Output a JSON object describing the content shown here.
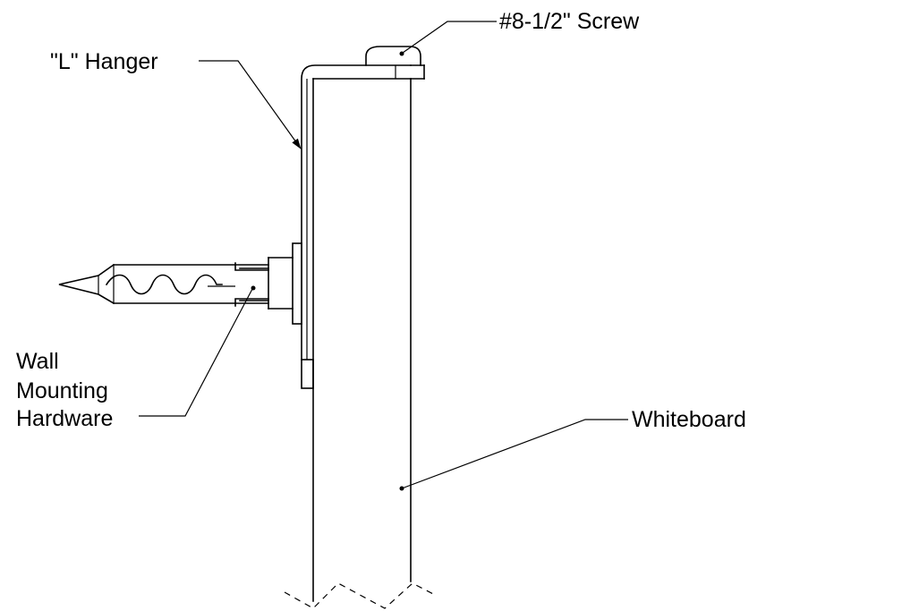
{
  "labels": {
    "l_hanger": "\"L\" Hanger",
    "screw": "#8-1/2\" Screw",
    "wall_hardware": [
      "Wall",
      "Mounting",
      "Hardware"
    ],
    "whiteboard": "Whiteboard"
  },
  "colors": {
    "line": "#000000",
    "background": "#ffffff"
  }
}
